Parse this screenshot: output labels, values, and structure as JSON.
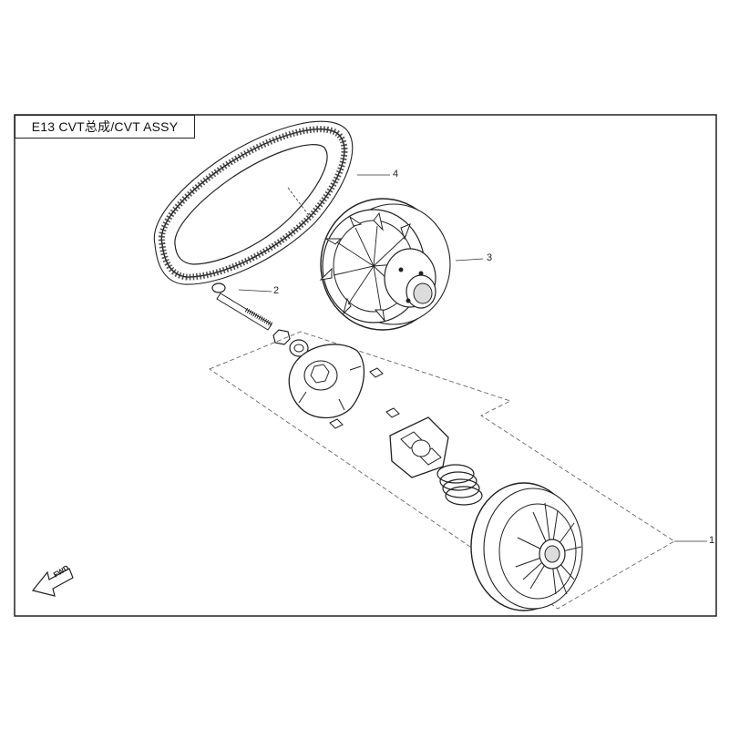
{
  "title": "E13 CVT总成/CVT ASSY",
  "callouts": [
    "1",
    "2",
    "3",
    "4"
  ],
  "fwd_label": "FWD",
  "colors": {
    "line": "#222222",
    "fill": "#ffffff",
    "shade": "#dcdcdc"
  }
}
